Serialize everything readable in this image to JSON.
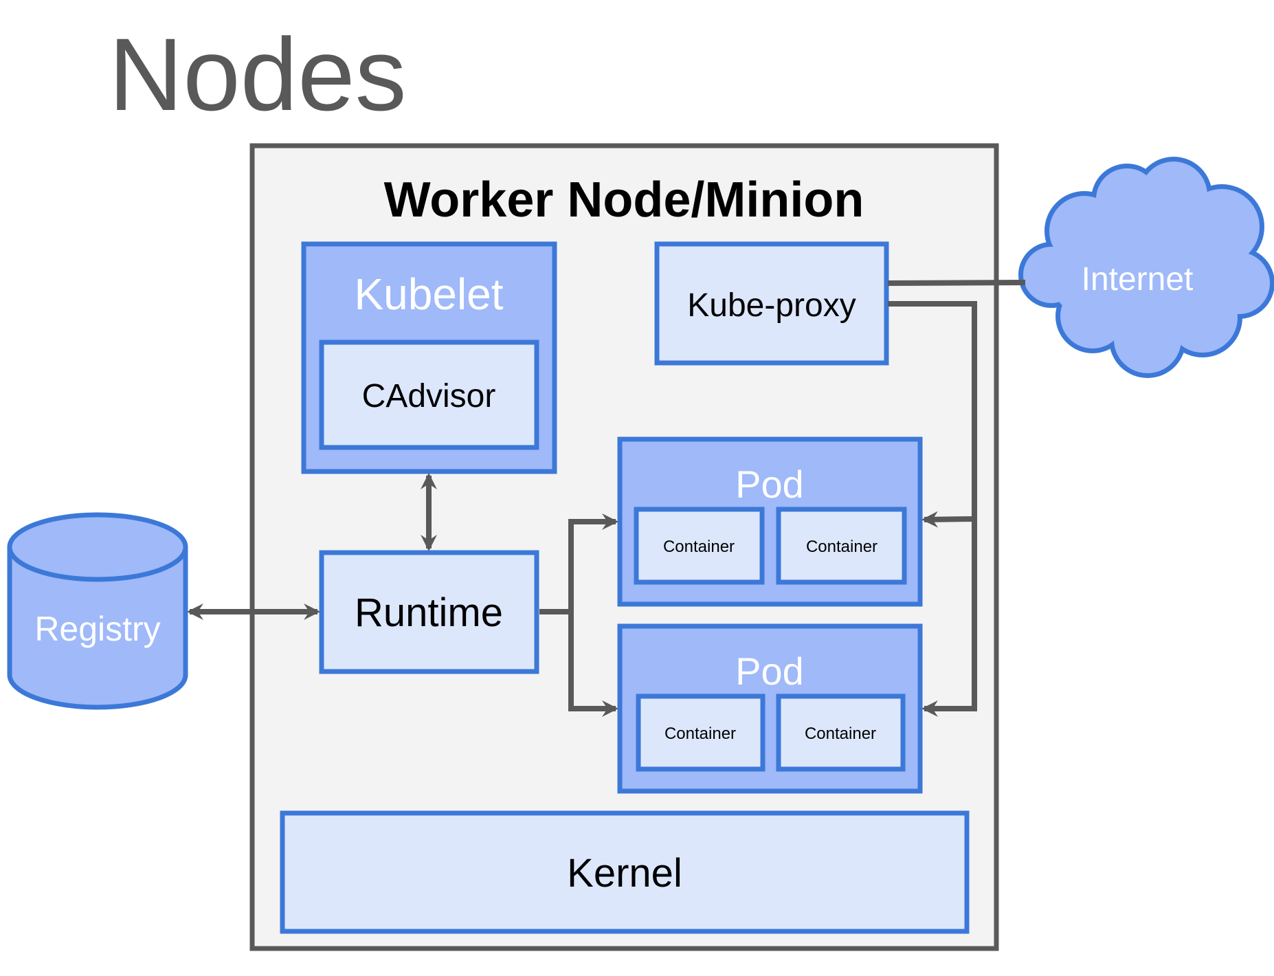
{
  "page": {
    "title": "Nodes"
  },
  "worker": {
    "title": "Worker Node/Minion"
  },
  "kubelet": {
    "label": "Kubelet",
    "cadvisor_label": "CAdvisor"
  },
  "kube_proxy": {
    "label": "Kube-proxy"
  },
  "runtime": {
    "label": "Runtime"
  },
  "pods": [
    {
      "label": "Pod",
      "containers": [
        "Container",
        "Container"
      ]
    },
    {
      "label": "Pod",
      "containers": [
        "Container",
        "Container"
      ]
    }
  ],
  "kernel": {
    "label": "Kernel"
  },
  "registry": {
    "label": "Registry"
  },
  "internet": {
    "label": "Internet"
  },
  "colors": {
    "title_text": "#595959",
    "frame_stroke": "#595959",
    "frame_fill": "#f3f3f3",
    "box_stroke": "#3c78d8",
    "box_fill_light": "#dde7fc",
    "box_fill_mid": "#9fb9f9",
    "arrow": "#595959",
    "white_text": "#ffffff",
    "dark_text": "#000000"
  }
}
